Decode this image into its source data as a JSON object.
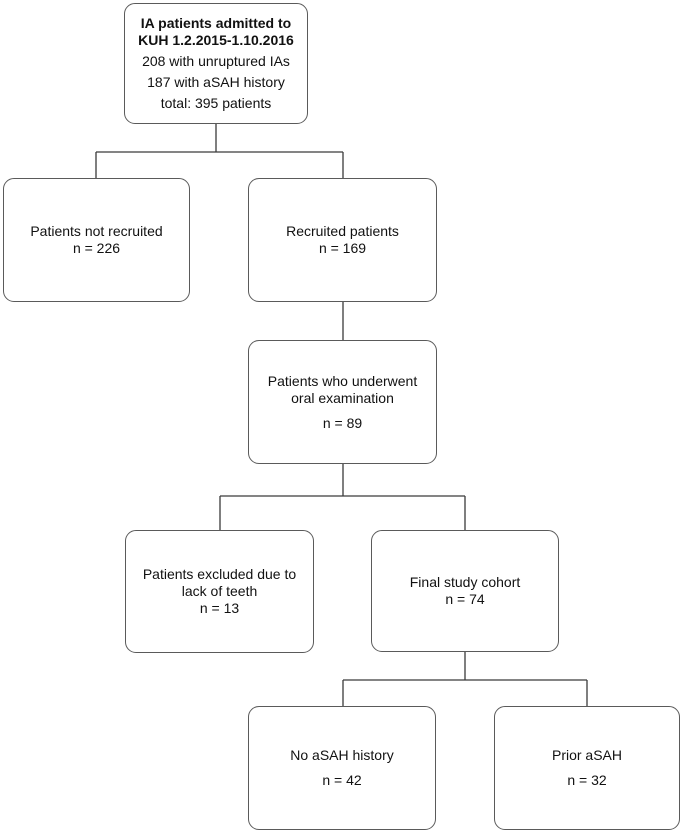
{
  "top": {
    "title_line1": "IA patients admitted to",
    "title_line2": "KUH 1.2.2015-1.10.2016",
    "unruptured": "208  with unruptured IAs",
    "sah_history": "187  with aSAH history",
    "total": "total: 395  patients"
  },
  "not_recruited": {
    "label": "Patients not recruited",
    "n": "n = 226"
  },
  "recruited": {
    "label": "Recruited patients",
    "n": "n = 169"
  },
  "oral_exam": {
    "label_line1": "Patients who underwent",
    "label_line2": "oral examination",
    "n": "n = 89"
  },
  "excluded": {
    "label_line1": "Patients excluded due to",
    "label_line2": "lack of teeth",
    "n": "n = 13"
  },
  "final": {
    "label": "Final study cohort",
    "n": "n = 74"
  },
  "no_sah": {
    "label": "No aSAH history",
    "n": "n = 42"
  },
  "prior_sah": {
    "label": "Prior aSAH",
    "n": "n = 32"
  }
}
